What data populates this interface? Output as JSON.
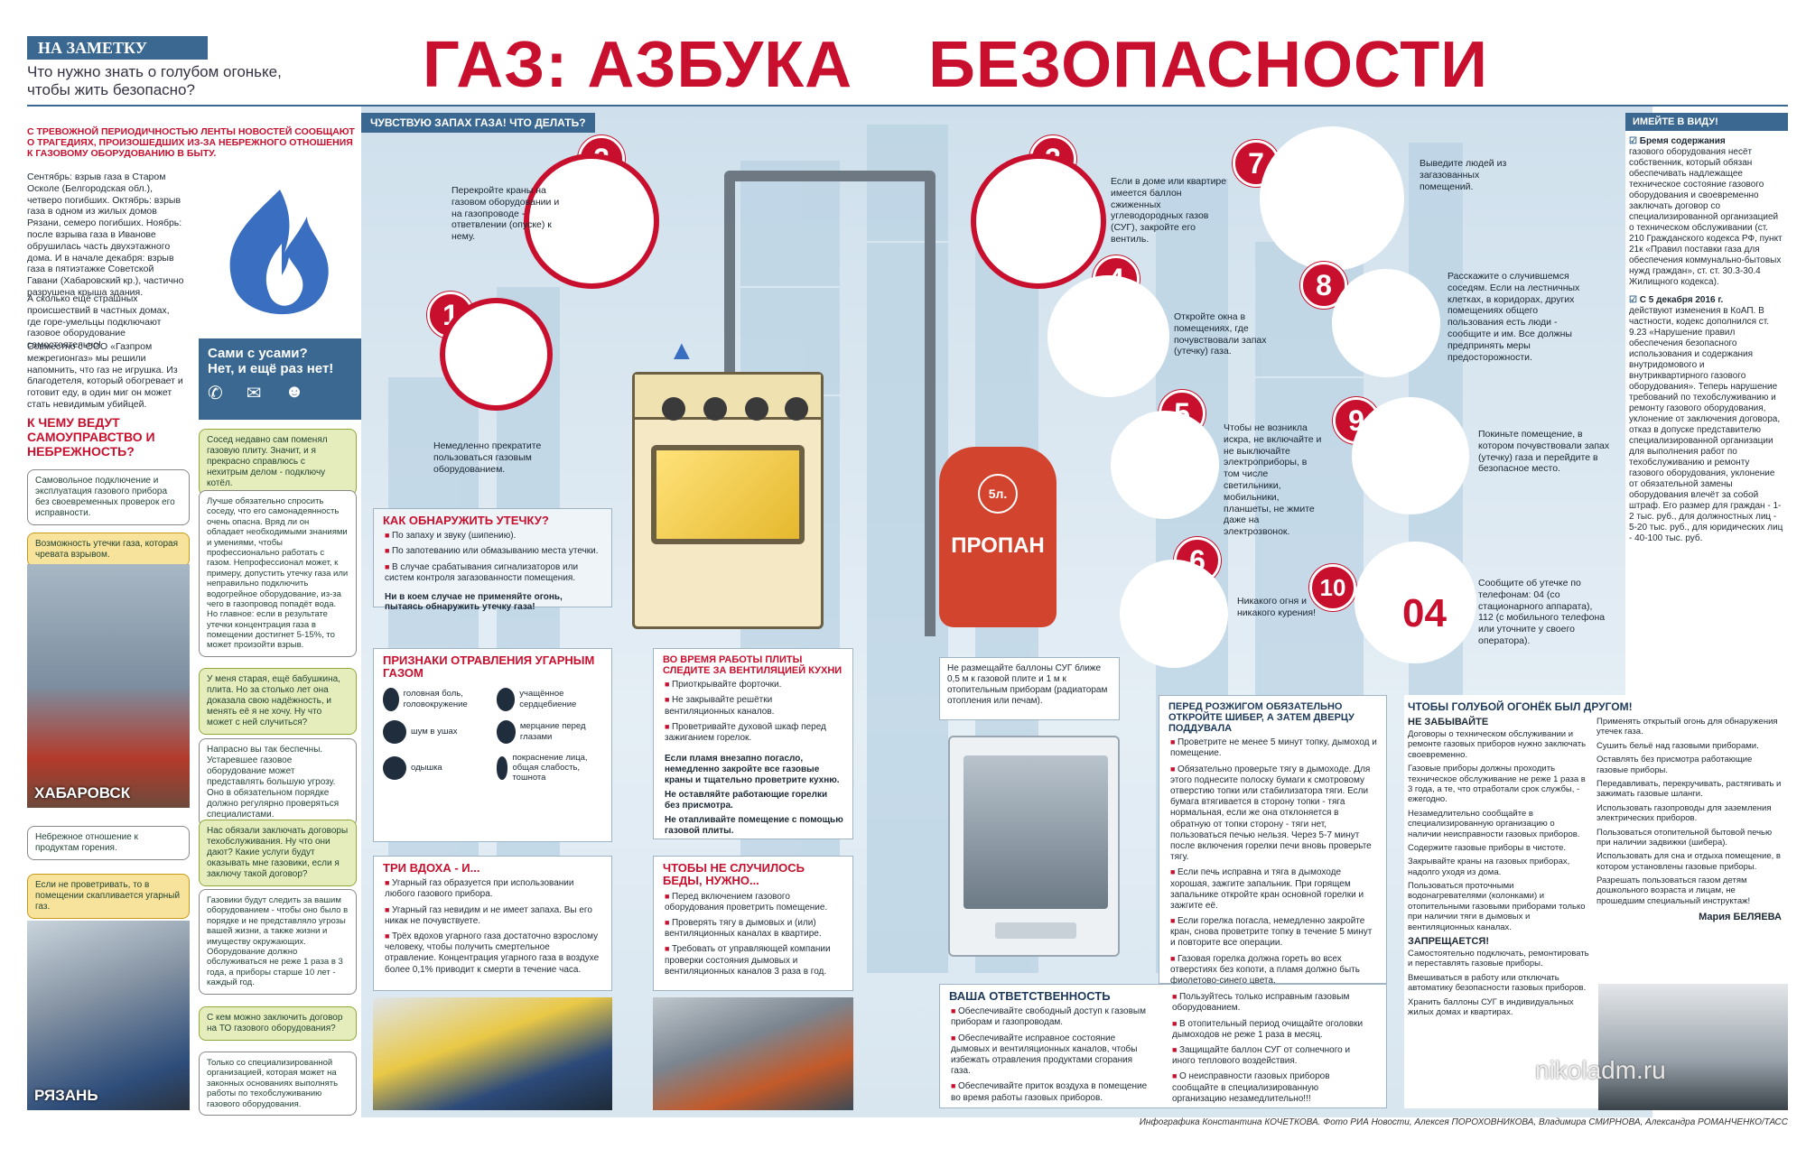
{
  "header": {
    "tag": "НА ЗАМЕТКУ",
    "subtitle": "Что нужно знать о голубом огоньке, чтобы жить безопасно?",
    "title": "ГАЗ: АЗБУКА    БЕЗОПАСНОСТИ"
  },
  "left": {
    "intro_title": "С ТРЕВОЖНОЙ ПЕРИОДИЧНОСТЬЮ ЛЕНТЫ НОВОСТЕЙ СООБЩАЮТ О ТРАГЕДИЯХ, ПРОИЗОШЕДШИХ ИЗ-ЗА НЕБРЕЖНОГО ОТНОШЕНИЯ К ГАЗОВОМУ ОБОРУДОВАНИЮ В БЫТУ.",
    "intro_text": "Сентябрь: взрыв газа в Старом Осколе (Белгородская обл.), четверо погибших. Октябрь: взрыв газа в одном из жилых домов Рязани, семеро погибших. Ноябрь: после взрыва газа в Иванове обрушилась часть двухэтажного дома. И в начале декабря: взрыв газа в пятиэтажке Советской Гавани (Хабаровский кр.), частично разрушена крыша здания.",
    "intro_text2": "А сколько ещё страшных происшествий в частных домах, где горе-умельцы подключают газовое оборудование самостоятельно!",
    "intro_text3": "Совместно с ООО «Газпром межрегионгаз» мы решили напомнить, что газ не игрушка. Из благодетеля, который обогревает и готовит еду, в один миг он может стать невидимым убийцей.",
    "promo_line1": "Сами с усами?",
    "promo_line2": "Нет, и ещё раз нет!",
    "question": "К ЧЕМУ ВЕДУТ САМОУПРАВСТВО И НЕБРЕЖНОСТЬ?",
    "bubble1": "Самовольное подключение и эксплуатация газового прибора без своевременных проверок его исправности.",
    "bubble2": "Возможность утечки газа, которая чревата взрывом.",
    "photo1_caption": "ХАБАРОВСК",
    "bubble3": "Небрежное отношение к продуктам горения.",
    "bubble4": "Если не проветривать, то в помещении скапливается угарный газ.",
    "photo2_caption": "РЯЗАНЬ"
  },
  "dialog": [
    "Сосед недавно сам поменял газовую плиту. Значит, и я прекрасно справлюсь с нехитрым делом - подключу котёл.",
    "Лучше обязательно спросить соседу, что его самонадеянность очень опасна. Вряд ли он обладает необходимыми знаниями и умениями, чтобы профессионально работать с газом. Непрофессионал может, к примеру, допустить утечку газа или неправильно подключить водогрейное оборудование, из-за чего в газопровод попадёт вода. Но главное: если в результате утечки концентрация газа в помещении достигнет 5-15%, то может произойти взрыв.",
    "У меня старая, ещё бабушкина, плита. Но за столько лет она доказала свою надёжность, и менять её я не хочу. Ну что может с ней случиться?",
    "Напрасно вы так беспечны. Устаревшее газовое оборудование может представлять большую угрозу. Оно в обязательном порядке должно регулярно проверяться специалистами.",
    "Нас обязали заключать договоры техобслуживания. Ну что они дают? Какие услуги будут оказывать мне газовики, если я заключу такой договор?",
    "Газовики будут следить за вашим оборудованием - чтобы оно было в порядке и не представляло угрозы вашей жизни, а также жизни и имуществу окружающих. Оборудование должно обслуживаться не реже 1 раза в 3 года, а приборы старше 10 лет - каждый год.",
    "С кем можно заключить договор на ТО газового оборудования?",
    "Только со специализированной организацией, которая может на законных основаниях выполнять работы по техобслуживанию газового оборудования."
  ],
  "smell": {
    "heading": "ЧУВСТВУЮ ЗАПАХ ГАЗА! ЧТО ДЕЛАТЬ?",
    "steps": [
      {
        "num": "1",
        "text": "Немедленно прекратите пользоваться газовым оборудованием."
      },
      {
        "num": "2",
        "text": "Перекройте краны на газовом оборудовании и на газопроводе - ответвлении (опуске) к нему."
      },
      {
        "num": "3",
        "text": "Если в доме или квартире имеется баллон сжиженных углеводородных газов (СУГ), закройте его вентиль."
      },
      {
        "num": "4",
        "text": "Откройте окна в помещениях, где почувствовали запах (утечку) газа."
      },
      {
        "num": "5",
        "text": "Чтобы не возникла искра, не включайте и не выключайте электроприборы, в том числе светильники, мобильники, планшеты, не жмите даже на электрозвонок."
      },
      {
        "num": "6",
        "text": "Никакого огня и никакого курения!"
      },
      {
        "num": "7",
        "text": "Выведите людей из загазованных помещений."
      },
      {
        "num": "8",
        "text": "Расскажите о случившемся соседям. Если на лестничных клетках, в коридорах, других помещениях общего пользования есть люди - сообщите и им. Все должны предпринять меры предосторожности."
      },
      {
        "num": "9",
        "text": "Покиньте помещение, в котором почувствовали запах (утечку) газа и перейдите в безопасное место."
      },
      {
        "num": "10",
        "text": "Сообщите об утечке по телефонам: 04 (со стационарного аппарата), 112 (с мобильного телефона или уточните у своего оператора)."
      }
    ],
    "phone_big": "04",
    "cylinder_label": "ПРОПАН",
    "cylinder_volume": "5л."
  },
  "detect": {
    "heading": "КАК ОБНАРУЖИТЬ УТЕЧКУ?",
    "items": [
      "По запаху и звуку (шипению).",
      "По запотеванию или обмазыванию места утечки.",
      "В случае срабатывания сигнализаторов или систем контроля загазованности помещения."
    ],
    "warning": "Ни в коем случае не применяйте огонь, пытаясь обнаружить утечку газа!"
  },
  "symptoms": {
    "heading": "ПРИЗНАКИ ОТРАВЛЕНИЯ УГАРНЫМ ГАЗОМ",
    "items": [
      "головная боль, головокружение",
      "учащённое сердцебиение",
      "шум в ушах",
      "мерцание перед глазами",
      "одышка",
      "покраснение лица, общая слабость, тошнота"
    ]
  },
  "stove": {
    "heading": "ВО ВРЕМЯ РАБОТЫ ПЛИТЫ СЛЕДИТЕ ЗА ВЕНТИЛЯЦИЕЙ КУХНИ",
    "items": [
      "Приоткрывайте форточки.",
      "Не закрывайте решётки вентиляционных каналов.",
      "Проветривайте духовой шкаф перед зажиганием горелок."
    ],
    "warn1": "Если пламя внезапно погасло, немедленно закройте все газовые краны и тщательно проветрите кухню.",
    "warn2": "Не оставляйте работающие горелки без присмотра.",
    "warn3": "Не отапливайте помещение с помощью газовой плиты."
  },
  "cylinder_note": "Не размещайте баллоны СУГ ближе 0,5 м к газовой плите и 1 м к отопительным приборам (радиаторам отопления или печам).",
  "breaths": {
    "heading": "ТРИ ВДОХА - И...",
    "items": [
      "Угарный газ образуется при использовании любого газового прибора.",
      "Угарный газ невидим и не имеет запаха. Вы его никак не почувствуете.",
      "Трёх вдохов угарного газа достаточно взрослому человеку, чтобы получить смертельное отравление. Концентрация угарного газа в воздухе более 0,1% приводит к смерти в течение часа."
    ]
  },
  "prevent": {
    "heading": "ЧТОБЫ НЕ СЛУЧИЛОСЬ БЕДЫ, НУЖНО...",
    "items": [
      "Перед включением газового оборудования проветрить помещение.",
      "Проверять тягу в дымовых и (или) вентиляционных каналах в квартире.",
      "Требовать от управляющей компании проверки состояния дымовых и вентиляционных каналов 3 раза в год."
    ]
  },
  "ignite": {
    "heading": "ПЕРЕД РОЗЖИГОМ ОБЯЗАТЕЛЬНО ОТКРОЙТЕ ШИБЕР, А ЗАТЕМ ДВЕРЦУ ПОДДУВАЛА",
    "items": [
      "Проветрите не менее 5 минут топку, дымоход и помещение.",
      "Обязательно проверьте тягу в дымоходе. Для этого поднесите полоску бумаги к смотровому отверстию топки или стабилизатора тяги. Если бумага втягивается в сторону топки - тяга нормальная, если же она отклоняется в обратную от топки сторону - тяги нет, пользоваться печью нельзя. Через 5-7 минут после включения горелки печи вновь проверьте тягу.",
      "Если печь исправна и тяга в дымоходе хорошая, зажгите запальник. При горящем запальнике откройте кран основной горелки и зажгите её.",
      "Если горелка погасла, немедленно закройте кран, снова проветрите топку в течение 5 минут и повторите все операции.",
      "Газовая горелка должна гореть во всех отверстиях без копоти, а пламя должно быть фиолетово-синего цвета."
    ]
  },
  "responsibility": {
    "heading": "ВАША ОТВЕТСТВЕННОСТЬ",
    "col1": [
      "Обеспечивайте свободный доступ к газовым приборам и газопроводам.",
      "Обеспечивайте исправное состояние дымовых и вентиляционных каналов, чтобы избежать отравления продуктами сгорания газа.",
      "Обеспечивайте приток воздуха в помещение во время работы газовых приборов."
    ],
    "col2": [
      "Пользуйтесь только исправным газовым оборудованием.",
      "В отопительный период очищайте оголовки дымоходов не реже 1 раза в месяц.",
      "Защищайте баллон СУГ от солнечного и иного теплового воздействия.",
      "О неисправности газовых приборов сообщайте в специализированную организацию незамедлительно!!!"
    ]
  },
  "friend": {
    "heading": "ЧТОБЫ ГОЛУБОЙ ОГОНЁК БЫЛ ДРУГОМ!",
    "dont_forget": "НЕ ЗАБЫВАЙТЕ",
    "list1": [
      "Договоры о техническом обслуживании и ремонте газовых приборов нужно заключать своевременно.",
      "Газовые приборы должны проходить техническое обслуживание не реже 1 раза в 3 года, а те, что отработали срок службы, - ежегодно.",
      "Незамедлительно сообщайте в специализированную организацию о наличии неисправности газовых приборов.",
      "Содержите газовые приборы в чистоте.",
      "Закрывайте краны на газовых приборах, надолго уходя из дома.",
      "Пользоваться проточными водонагревателями (колонками) и отопительными газовыми приборами только при наличии тяги в дымовых и вентиляционных каналах."
    ],
    "forbidden": "ЗАПРЕЩАЕТСЯ!",
    "list2": [
      "Самостоятельно подключать, ремонтировать и переставлять газовые приборы.",
      "Вмешиваться в работу или отключать автоматику безопасности газовых приборов.",
      "Хранить баллоны СУГ в индивидуальных жилых домах и квартирах."
    ],
    "list3": [
      "Применять открытый огонь для обнаружения утечек газа.",
      "Сушить бельё над газовыми приборами.",
      "Оставлять без присмотра работающие газовые приборы.",
      "Передавливать, перекручивать, растягивать и зажимать газовые шланги.",
      "Использовать газопроводы для заземления электрических приборов.",
      "Пользоваться отопительной бытовой печью при наличии задвижки (шибера).",
      "Использовать для сна и отдыха помещение, в котором установлены газовые приборы.",
      "Разрешать пользоваться газом детям дошкольного возраста и лицам, не прошедшим специальный инструктаж!"
    ],
    "author": "Мария БЕЛЯЕВА"
  },
  "remember": {
    "heading": "ИМЕЙТЕ В ВИДУ!",
    "p1_title": "Бремя содержания",
    "p1": "газового оборудования несёт собственник, который обязан обеспечивать надлежащее техническое состояние газового оборудования и своевременно заключать договор со специализированной организацией о техническом обслуживании (ст. 210 Гражданского кодекса РФ, пункт 21к «Правил поставки газа для обеспечения коммунально-бытовых нужд граждан», ст. ст. 30.3-30.4 Жилищного кодекса).",
    "p2_title": "С 5 декабря 2016 г.",
    "p2": "действуют изменения в КоАП. В частности, кодекс дополнился ст. 9.23 «Нарушение правил обеспечения безопасного использования и содержания внутридомового и внутриквартирного газового оборудования». Теперь нарушение требований по техобслуживанию и ремонту газового оборудования, уклонение от заключения договора, отказ в допуске представителю специализированной организации для выполнения работ по техобслуживанию и ремонту газового оборудования, уклонение от обязательной замены оборудования влечёт за собой штраф. Его размер для граждан - 1-2 тыс. руб., для должностных лиц - 5-20 тыс. руб., для юридических лиц - 40-100 тыс. руб."
  },
  "credits": "Инфографика Константина КОЧЕТКОВА. Фото РИА Новости, Алексея ПОРОХОВНИКОВА, Владимира СМИРНОВА, Александра РОМАНЧЕНКО/ТАСС",
  "watermark": "nikoladm.ru",
  "colors": {
    "accent": "#c8102e",
    "bg": "#dbe8f2",
    "panel_blue": "#3d6a92"
  }
}
